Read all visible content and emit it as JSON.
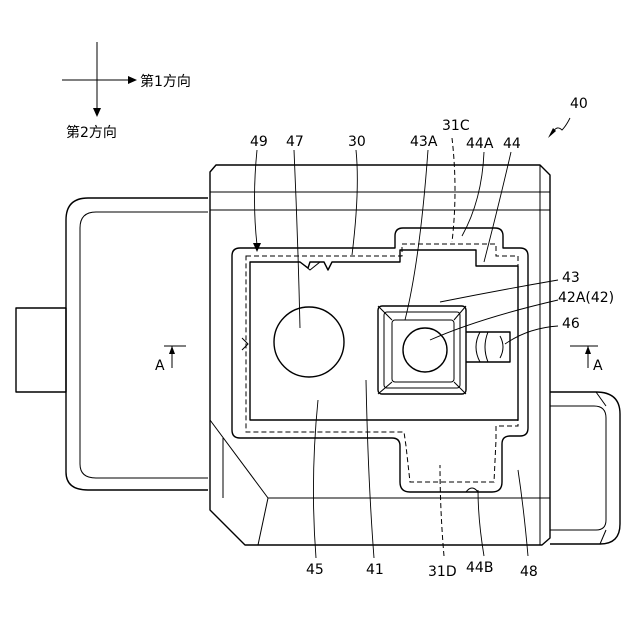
{
  "direction_legend": {
    "first_direction": "第1方向",
    "second_direction": "第2方向"
  },
  "reference_labels": {
    "ref_40": "40",
    "ref_49": "49",
    "ref_47": "47",
    "ref_30": "30",
    "ref_43A": "43A",
    "ref_31C": "31C",
    "ref_44A": "44A",
    "ref_44": "44",
    "ref_43": "43",
    "ref_42A": "42A(42)",
    "ref_46": "46",
    "ref_45": "45",
    "ref_41": "41",
    "ref_31D": "31D",
    "ref_44B": "44B",
    "ref_48": "48"
  },
  "section_markers": {
    "left": "A",
    "right": "A"
  }
}
